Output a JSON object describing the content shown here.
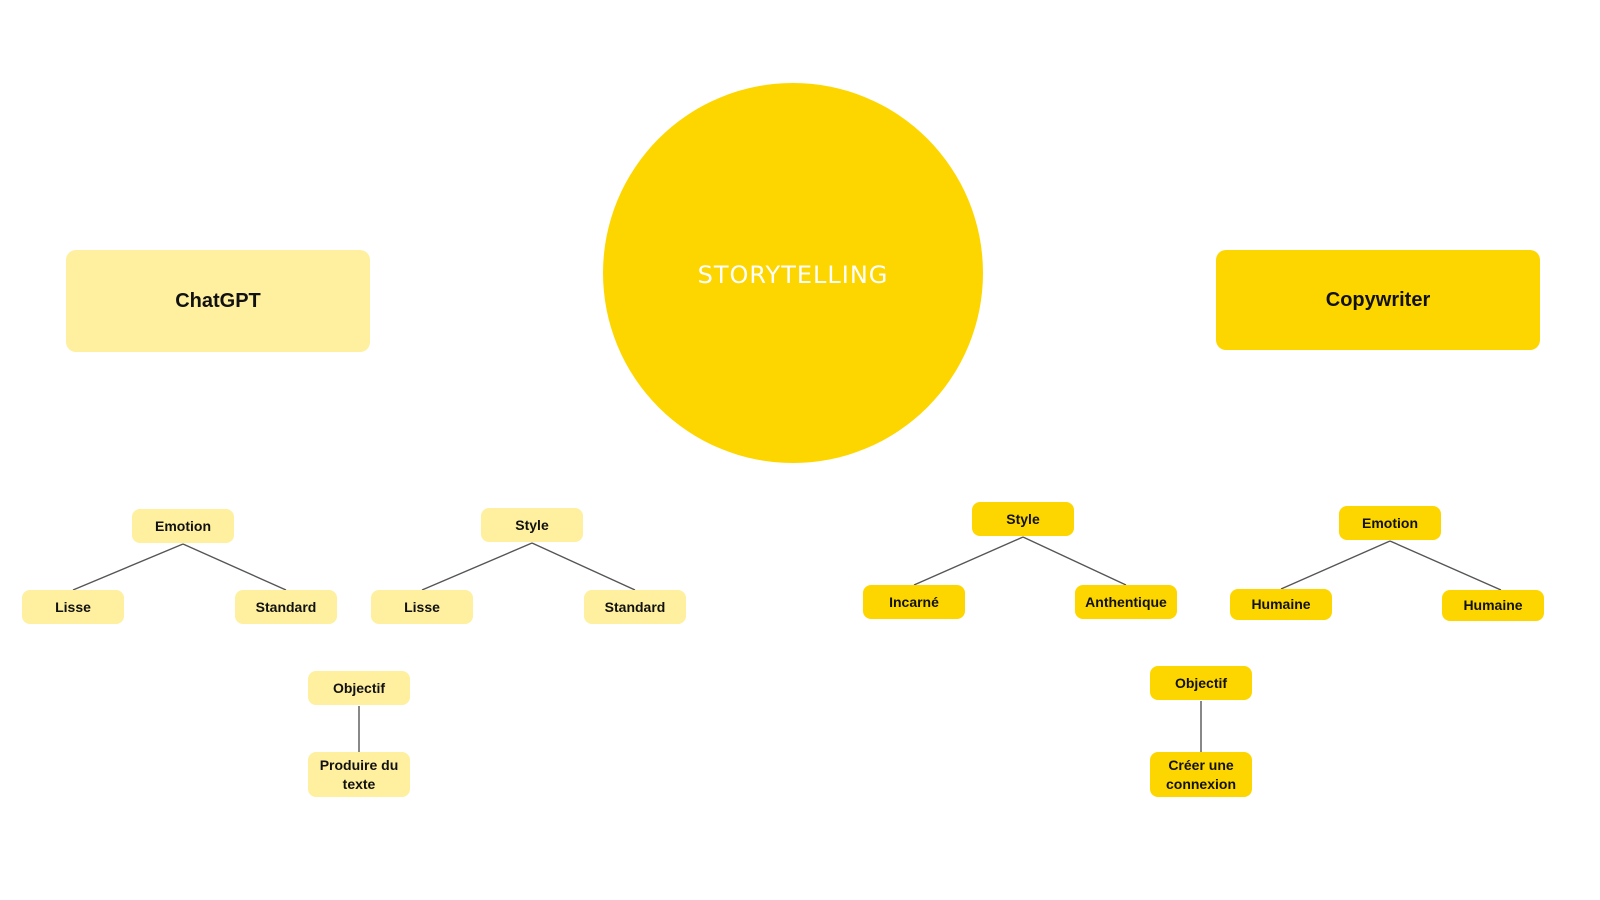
{
  "center": {
    "label": "STORYTELLING"
  },
  "left": {
    "title": "ChatGPT",
    "style": {
      "label": "Style",
      "children": [
        "Lisse",
        "Standard"
      ]
    },
    "emotion": {
      "label": "Emotion",
      "children": [
        "Lisse",
        "Standard"
      ]
    },
    "objectif": {
      "label": "Objectif",
      "child": "Produire du texte"
    }
  },
  "right": {
    "title": "Copywriter",
    "style": {
      "label": "Style",
      "children": [
        "Incarné",
        "Anthentique"
      ]
    },
    "emotion": {
      "label": "Emotion",
      "children": [
        "Humaine",
        "Humaine"
      ]
    },
    "objectif": {
      "label": "Objectif",
      "child": "Créer une connexion"
    }
  },
  "colors": {
    "primary": "#FDD600",
    "light": "#FEF09E",
    "connector": "#555555"
  }
}
